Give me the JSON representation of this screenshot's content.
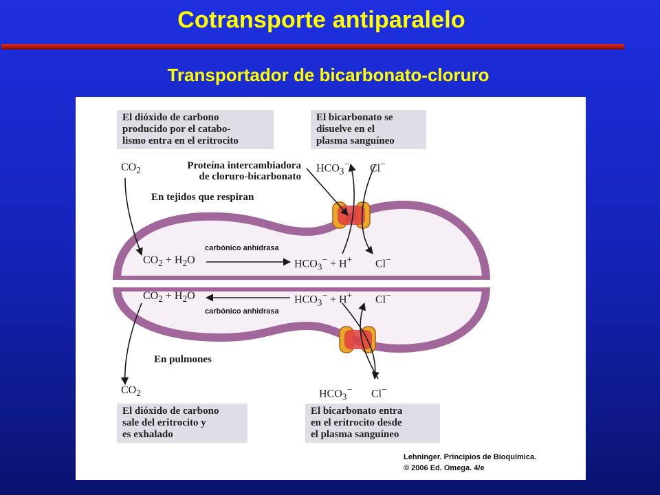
{
  "title": "Cotransporte antiparalelo",
  "subtitle": "Transportador de bicarbonato-cloruro",
  "diagram": {
    "box_top_left": "El dióxido de carbono\nproducido por el catabo-\nlismo entra en el eritrocito",
    "box_top_right": "El bicarbonato se\ndisuelve en el\nplasma sanguíneo",
    "box_bottom_left": "El dióxido de carbono\nsale del eritrocito y\nes exhalado",
    "box_bottom_right": "El bicarbonato entra\nen el eritrocito desde\nel plasma sanguíneo",
    "protein_label": "Proteína intercambiadora\nde cloruro-bicarbonato",
    "tissues_label": "En tejidos que respiran",
    "lungs_label": "En pulmones",
    "enzyme_top": "carbónico anhidrasa",
    "enzyme_bottom": "carbónico anhidrasa",
    "chem": {
      "co2": "CO",
      "co2_sub": "2",
      "hco3": "HCO",
      "hco3_sub": "3",
      "minus": "−",
      "cl": "Cl",
      "reaction_left": "+ H",
      "h2o_sub": "2",
      "h2o_o": "O",
      "reaction_right": "+ H",
      "plus_charge": "+"
    }
  },
  "credit": "Lehninger. Principios de Bioquímica.\n© 2006 Ed. Omega. 4/e",
  "colors": {
    "background": "#1a2ad4",
    "title": "#ffff00",
    "rule": "#c8180c",
    "membrane": "#a2679a",
    "cell_inside": "#f4eef4",
    "transporter_outer": "#e8a828",
    "transporter_inner": "#e04040"
  }
}
